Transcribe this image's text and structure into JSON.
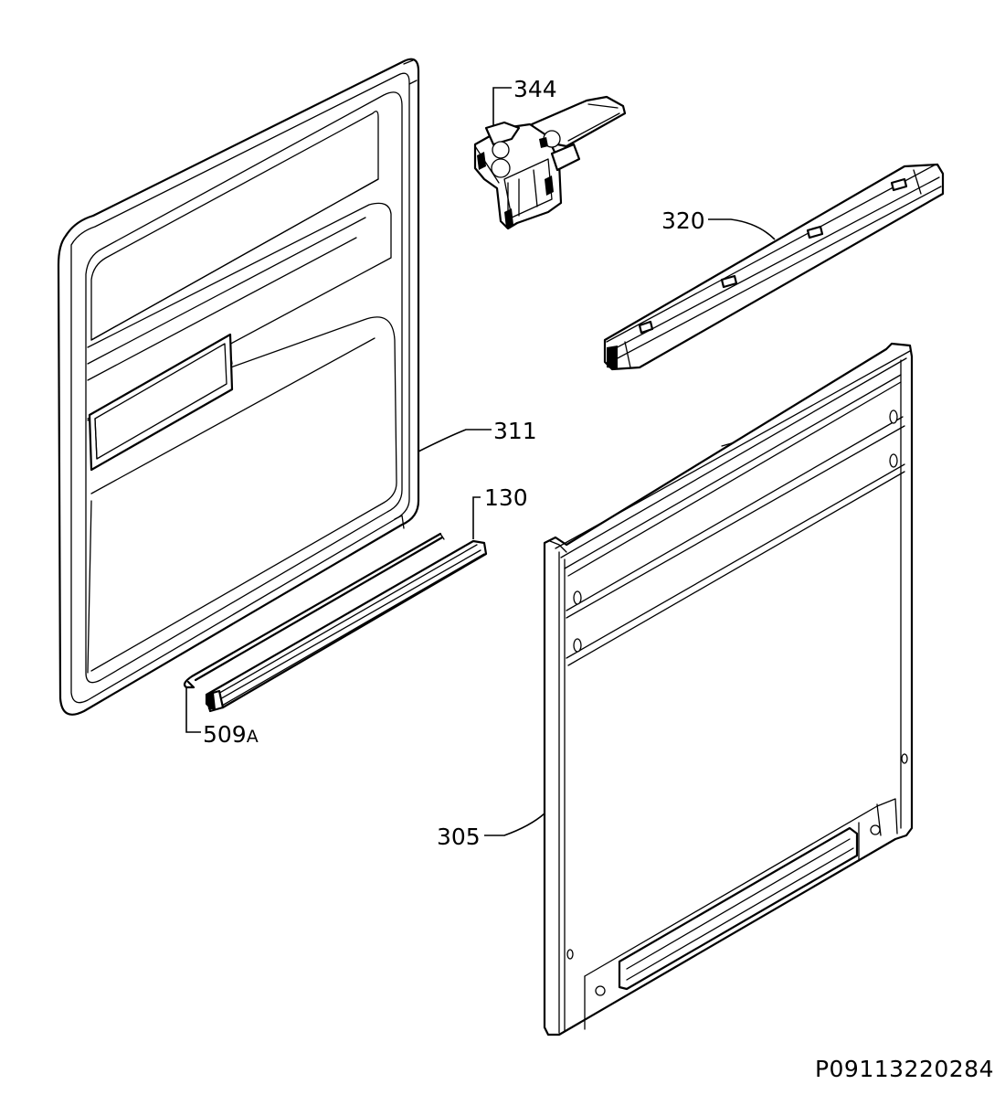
{
  "parts": [
    {
      "id": "outer-door-panel",
      "number": "311"
    },
    {
      "id": "door-lock",
      "number": "344"
    },
    {
      "id": "handle-strip",
      "number": "320"
    },
    {
      "id": "bottom-seal",
      "number": "130"
    },
    {
      "id": "seal-clip",
      "number": "509",
      "suffix": "A"
    },
    {
      "id": "inner-door-panel",
      "number": "305"
    }
  ],
  "reference_code": "P09113220284"
}
